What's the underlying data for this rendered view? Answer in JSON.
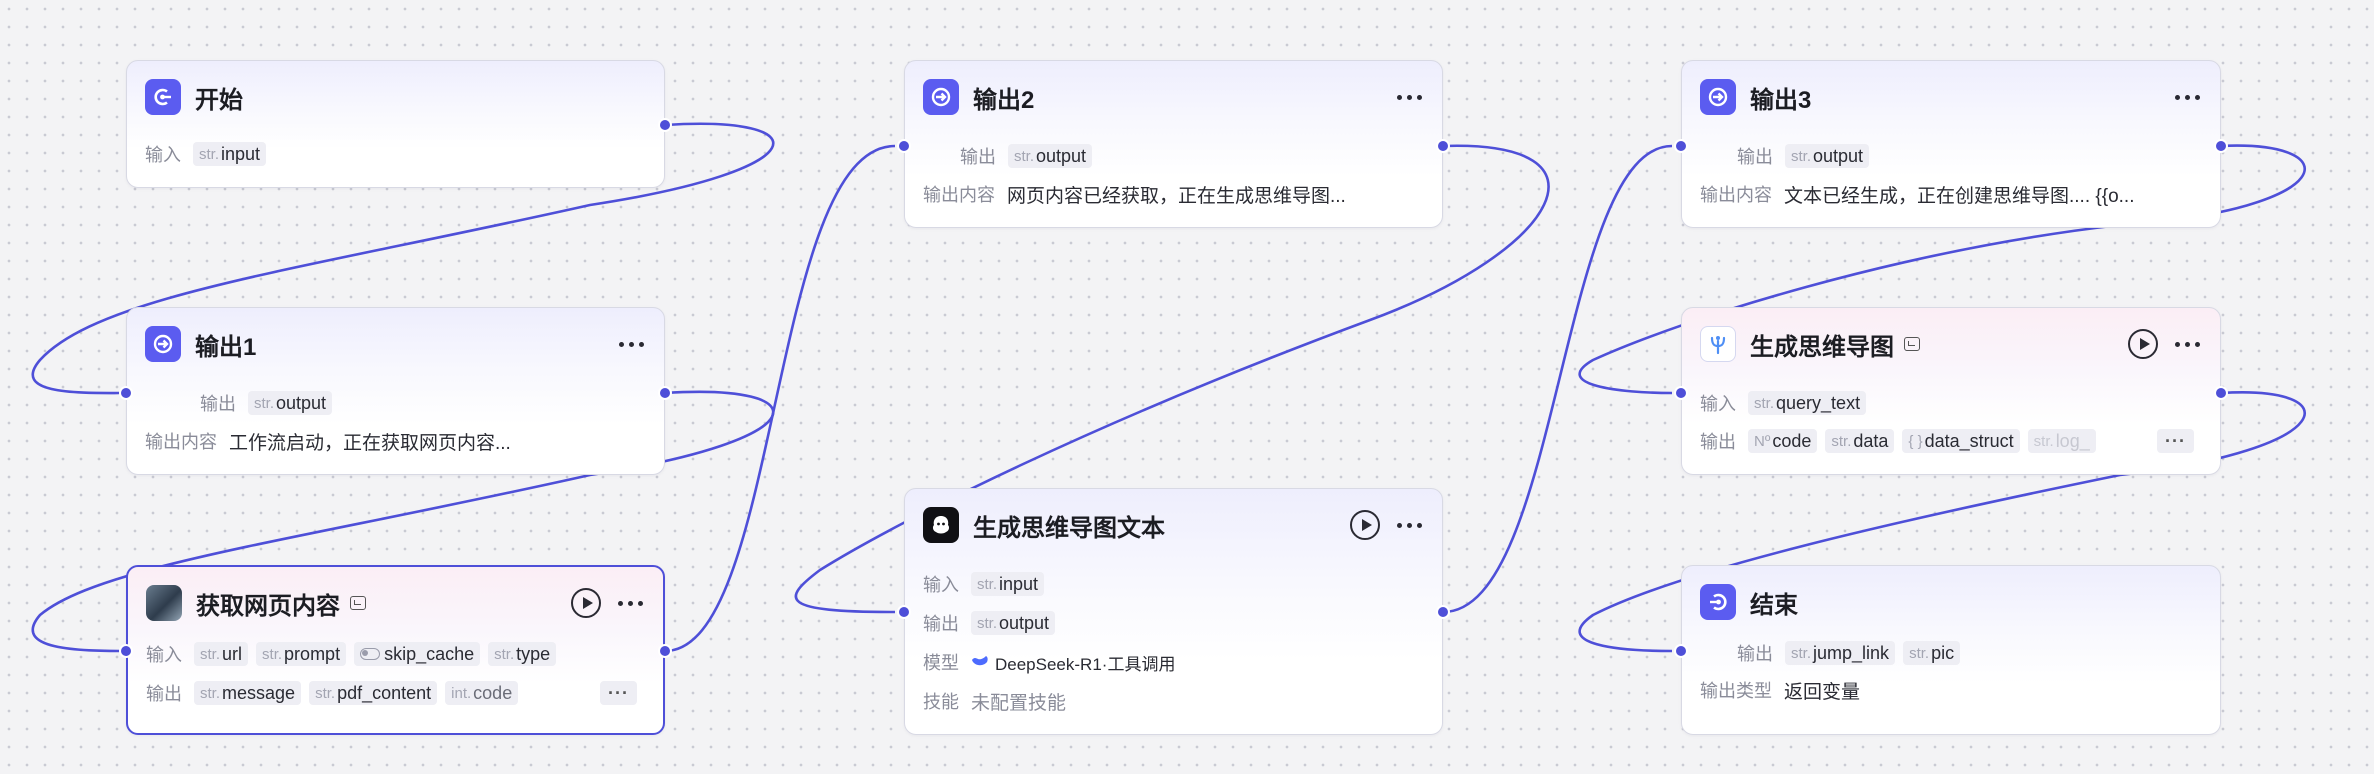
{
  "canvas": {
    "accent_color": "#4e4fd8",
    "icon_color": "#5b5cf0"
  },
  "nodes": {
    "start": {
      "title": "开始",
      "icon": "start-icon",
      "input_label": "输入",
      "inputs": [
        {
          "type": "str.",
          "name": "input"
        }
      ]
    },
    "output1": {
      "title": "输出1",
      "icon": "output-icon",
      "output_label": "输出",
      "outputs": [
        {
          "type": "str.",
          "name": "output"
        }
      ],
      "content_label": "输出内容",
      "content": "工作流启动，正在获取网页内容..."
    },
    "fetch": {
      "title": "获取网页内容",
      "icon": "web-fetch-icon",
      "input_label": "输入",
      "inputs": [
        {
          "type": "str.",
          "name": "url"
        },
        {
          "type": "str.",
          "name": "prompt"
        },
        {
          "type": "toggle",
          "name": "skip_cache"
        },
        {
          "type": "str.",
          "name": "type"
        }
      ],
      "output_label": "输出",
      "outputs": [
        {
          "type": "str.",
          "name": "message"
        },
        {
          "type": "str.",
          "name": "pdf_content"
        },
        {
          "type": "int.",
          "name": "code"
        }
      ],
      "more": "···"
    },
    "output2": {
      "title": "输出2",
      "icon": "output-icon",
      "output_label": "输出",
      "outputs": [
        {
          "type": "str.",
          "name": "output"
        }
      ],
      "content_label": "输出内容",
      "content": "网页内容已经获取，正在生成思维导图..."
    },
    "mindmap_text": {
      "title": "生成思维导图文本",
      "icon": "llm-icon",
      "input_label": "输入",
      "inputs": [
        {
          "type": "str.",
          "name": "input"
        }
      ],
      "output_label": "输出",
      "outputs": [
        {
          "type": "str.",
          "name": "output"
        }
      ],
      "model_label": "模型",
      "model": "DeepSeek-R1·工具调用",
      "skill_label": "技能",
      "skill": "未配置技能"
    },
    "output3": {
      "title": "输出3",
      "icon": "output-icon",
      "output_label": "输出",
      "outputs": [
        {
          "type": "str.",
          "name": "output"
        }
      ],
      "content_label": "输出内容",
      "content": "文本已经生成，正在创建思维导图.... {{o..."
    },
    "mindmap": {
      "title": "生成思维导图",
      "icon": "mindmap-plugin-icon",
      "input_label": "输入",
      "inputs": [
        {
          "type": "str.",
          "name": "query_text"
        }
      ],
      "output_label": "输出",
      "outputs": [
        {
          "type": "Nº",
          "name": "code"
        },
        {
          "type": "str.",
          "name": "data"
        },
        {
          "type": "{ }",
          "name": "data_struct"
        },
        {
          "type": "str.",
          "name": "log_"
        }
      ],
      "more": "···"
    },
    "end": {
      "title": "结束",
      "icon": "end-icon",
      "output_label": "输出",
      "outputs": [
        {
          "type": "str.",
          "name": "jump_link"
        },
        {
          "type": "str.",
          "name": "pic"
        }
      ],
      "type_label": "输出类型",
      "type_value": "返回变量"
    }
  }
}
